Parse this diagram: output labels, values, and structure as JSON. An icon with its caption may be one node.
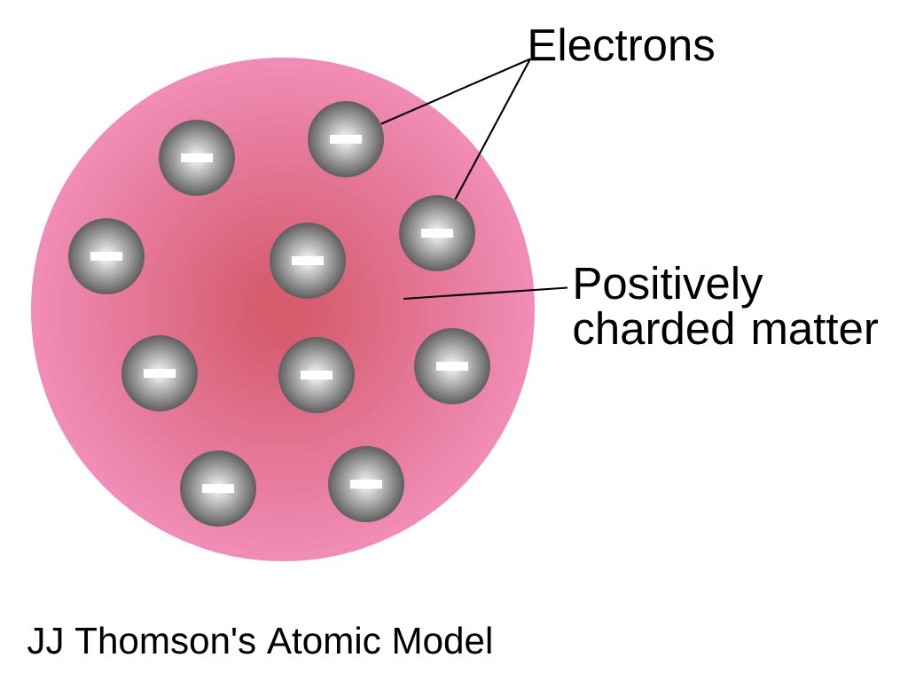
{
  "diagram": {
    "caption": "JJ Thomson's Atomic Model",
    "nodes": [
      {
        "text": [],
        "shape": "circle"
      },
      {
        "text": [],
        "shape": "circle",
        "in": 0
      },
      {
        "text": [],
        "shape": "circle",
        "in": 0
      },
      {
        "text": [],
        "shape": "circle",
        "in": 0
      },
      {
        "text": [],
        "shape": "circle",
        "in": 0
      },
      {
        "text": [],
        "shape": "circle",
        "in": 0
      },
      {
        "text": [],
        "shape": "circle",
        "in": 0
      },
      {
        "text": [],
        "shape": "circle",
        "in": 0
      },
      {
        "text": [],
        "shape": "circle",
        "in": 0
      },
      {
        "text": [],
        "shape": "circle",
        "in": 0
      },
      {
        "text": [],
        "shape": "circle",
        "in": 0
      },
      {
        "text": [
          "Electrons"
        ]
      },
      {
        "text": [
          "Positively charded matter"
        ]
      }
    ],
    "edges": [
      {
        "from": 11,
        "to": 2,
        "arrow": "none"
      },
      {
        "from": 11,
        "to": 5,
        "arrow": "none"
      },
      {
        "from": 12,
        "to": 0,
        "arrow": "none"
      }
    ]
  }
}
